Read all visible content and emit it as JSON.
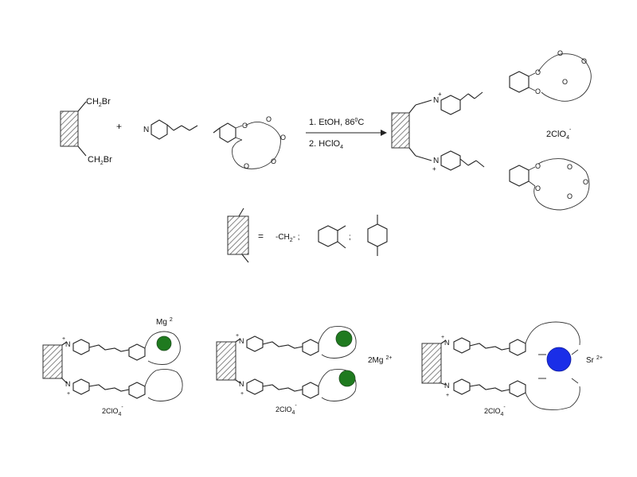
{
  "colors": {
    "mg_ion": "#1f7a1f",
    "sr_ion": "#1a2ee8",
    "hatch": "#666666"
  },
  "reagents": {
    "ch2br": "CH",
    "ch2br_sub": "2",
    "ch2br_tail": "Br",
    "plus": "+",
    "pyridine_n": "N"
  },
  "conditions": {
    "step1_prefix": "1. EtOH, 86",
    "step1_sup": "0",
    "step1_suffix": "C",
    "step2_prefix": "2. HClO",
    "step2_sub": "4"
  },
  "product": {
    "n_plus": "N",
    "plus_sign": "+",
    "counter_ion": "2ClO",
    "counter_sub": "4",
    "counter_sup": "-",
    "oxygen": "O"
  },
  "legend": {
    "equals": "=",
    "linker_text": "-CH",
    "linker_sub": "2",
    "linker_tail": "- ;",
    "separator": ";"
  },
  "complexes": [
    {
      "metal": "Mg",
      "charge": "2",
      "counter": "2ClO",
      "counter_sub": "4",
      "counter_sup": "-"
    },
    {
      "metal": "2Mg",
      "charge": "2+",
      "counter": "2ClO",
      "counter_sub": "4",
      "counter_sup": "-"
    },
    {
      "metal": "Sr",
      "charge": "2+",
      "counter": "2ClO",
      "counter_sub": "4",
      "counter_sup": "-"
    }
  ]
}
